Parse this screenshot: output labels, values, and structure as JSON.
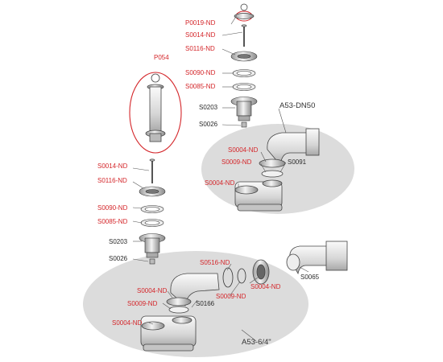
{
  "colors": {
    "highlight": "#d4262a",
    "label_dark": "#2a2a2a",
    "ellipse_fill": "#dcdcdc",
    "line": "#555555"
  },
  "labels": {
    "p0019": "P0019-ND",
    "s0014_top": "S0014-ND",
    "s0116_top": "S0116-ND",
    "s0090_top": "S0090-ND",
    "s0085_top": "S0085-ND",
    "s0203_top": "S0203",
    "s0026_top": "S0026",
    "a53_dn50": "A53-DN50",
    "s0004_right1": "S0004-ND",
    "s0009_right": "S0009-ND",
    "s0091": "S0091",
    "s0004_right2": "S0004-ND",
    "p054": "P054",
    "s0014_left": "S0014-ND",
    "s0116_left": "S0116-ND",
    "s0090_left": "S0090-ND",
    "s0085_left": "S0085-ND",
    "s0203_left": "S0203",
    "s0026_left": "S0026",
    "s0516": "S0516-ND",
    "s0004_mid": "S0004-ND",
    "s0004_bl1": "S0004-ND",
    "s0009_bl": "S0009-ND",
    "s0166": "S0166",
    "s0009_mid": "S0009-ND",
    "s0004_bl2": "S0004-ND",
    "s0065": "S0065",
    "a53_64": "A53-6/4\""
  }
}
